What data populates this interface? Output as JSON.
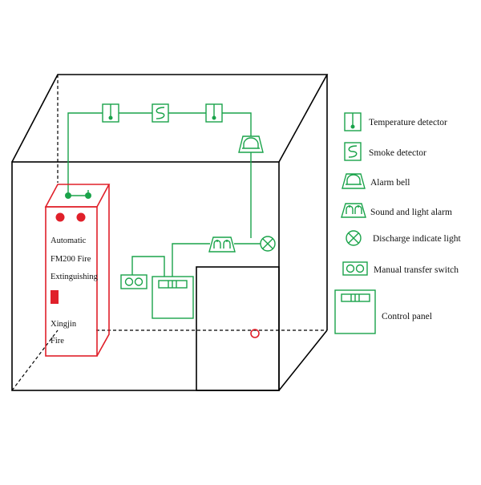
{
  "colors": {
    "line": "#000000",
    "wire": "#1aa34a",
    "cabinet": "#e0202a",
    "background": "#ffffff"
  },
  "cabinet": {
    "lines": [
      "Automatic",
      "FM200 Fire",
      "Extinguishing",
      "Xingjin",
      "Fire"
    ]
  },
  "legend": {
    "items": [
      {
        "icon": "temperature-detector-icon",
        "label": "Temperature detector"
      },
      {
        "icon": "smoke-detector-icon",
        "label": "Smoke detector"
      },
      {
        "icon": "alarm-bell-icon",
        "label": "Alarm bell"
      },
      {
        "icon": "sound-light-alarm-icon",
        "label": "Sound and light alarm"
      },
      {
        "icon": "discharge-light-icon",
        "label": "Discharge indicate light"
      },
      {
        "icon": "manual-switch-icon",
        "label": "Manual transfer switch"
      },
      {
        "icon": "control-panel-icon",
        "label": "Control panel"
      }
    ]
  }
}
